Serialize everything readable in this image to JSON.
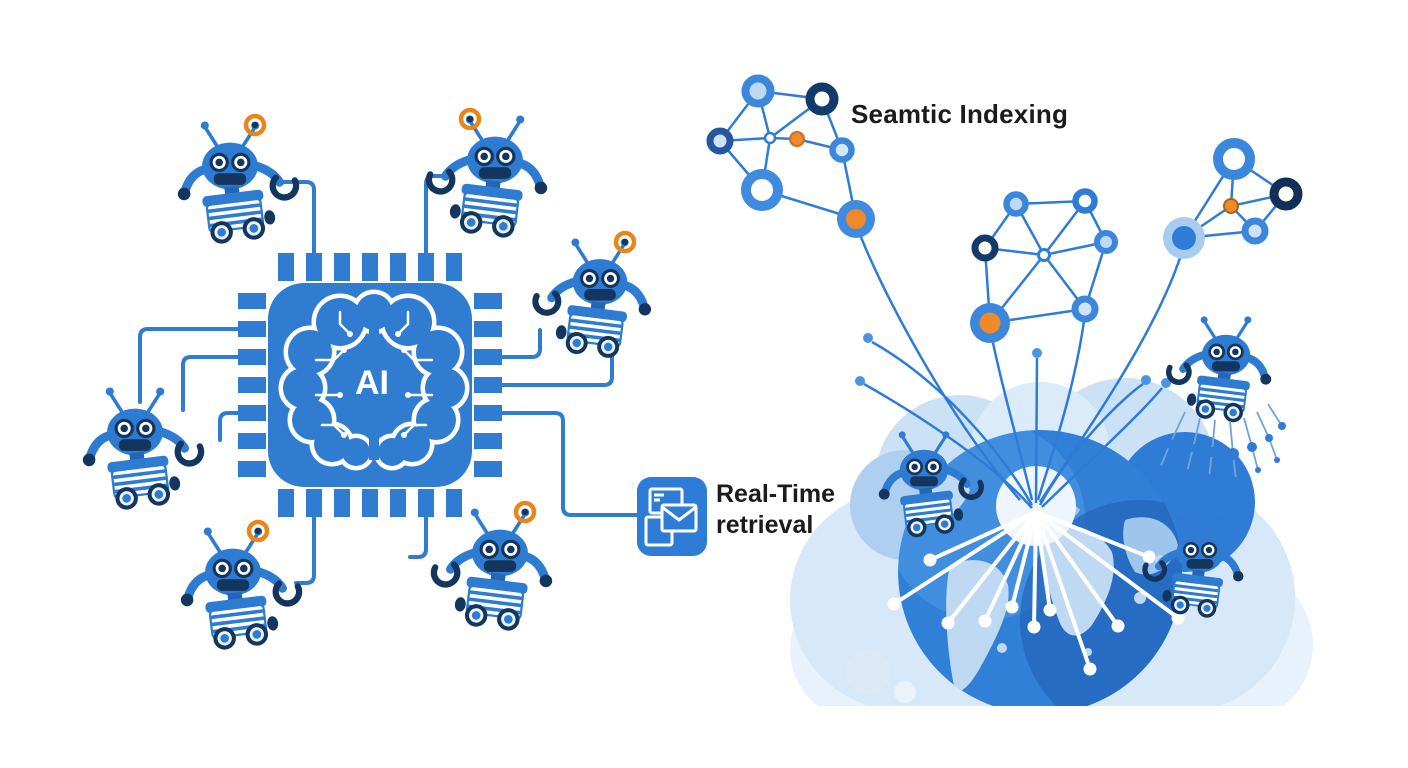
{
  "scene": {
    "description": "AI semantic indexing illustration: robots wired to a central AI chip, real-time retrieval icon, semantic network clusters and a cloud globe broadcasting data rays",
    "background_color": "#FFFFFF"
  },
  "chip": {
    "label": "AI"
  },
  "labels": {
    "semantic_indexing": "Seamtic Indexing",
    "realtime_retrieval": "Real-Time retrieval"
  },
  "palette": {
    "primary_blue": "#2E7CD2",
    "chip_blue": "#2F7CD0",
    "node_blue": "#3A87DC",
    "navy": "#14365E",
    "ring_navy": "#123A6B",
    "orange": "#EF8A2A",
    "light_node_fill": "#CFE2F7",
    "cloud_light": "#D7E8F8",
    "cloud_lighter": "#E8F2FC",
    "globe_blue": "#3080D8",
    "globe_dark": "#2365BC",
    "map_light": "#BFD9F2",
    "line_blue": "#2E7CD6",
    "text_dark": "#1B1B1B",
    "white": "#FFFFFF"
  },
  "counts": {
    "chip_connected_robots": 6,
    "globe_robots": 3,
    "network_clusters": 3,
    "white_broadcast_rays": 11
  },
  "icons": [
    "ai-chip-icon",
    "brain-circuit-icon",
    "robot-icon",
    "realtime-retrieval-icon",
    "network-cluster-icon",
    "globe-icon",
    "cloud-icon"
  ]
}
